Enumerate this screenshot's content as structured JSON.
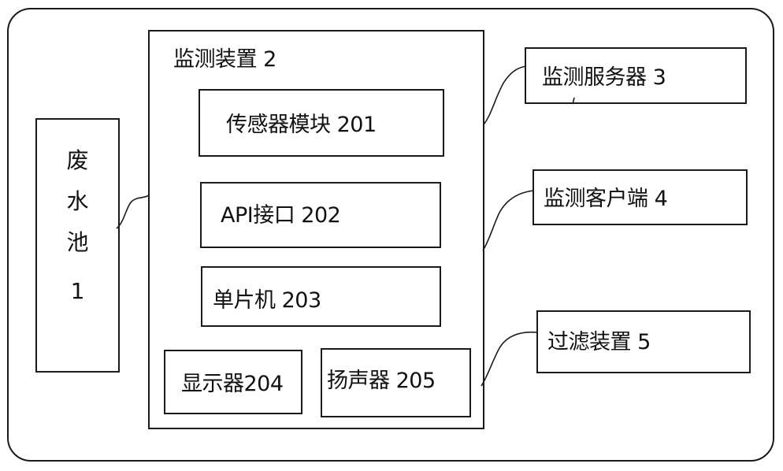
{
  "waste_pool": {
    "chars": [
      "废",
      "水",
      "池"
    ],
    "number": "1"
  },
  "monitoring_device": {
    "title": "监测装置 2",
    "sensor_module": "传感器模块 201",
    "api_interface": "API接口 202",
    "mcu": "单片机 203",
    "display": "显示器204",
    "speaker": "扬声器 205"
  },
  "monitoring_server": "监测服务器 3",
  "monitoring_client": "监测客户端 4",
  "filter_device": "过滤装置 5"
}
